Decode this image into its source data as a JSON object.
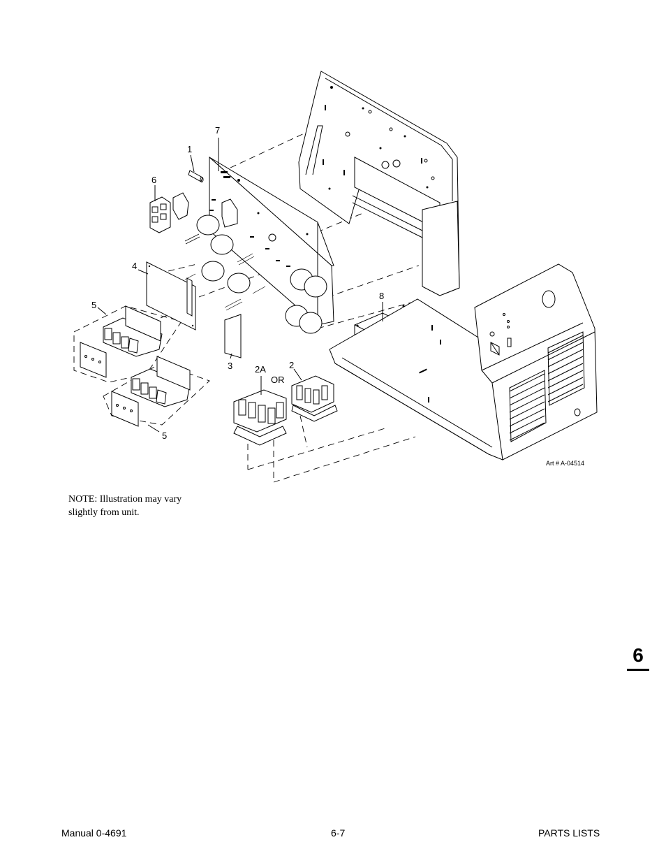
{
  "illustration": {
    "callouts": [
      "7",
      "1",
      "6",
      "4",
      "5",
      "3",
      "2A",
      "OR",
      "2",
      "8",
      "5"
    ],
    "art_number": "Art # A-04514"
  },
  "note": {
    "line1": "NOTE: Illustration may vary",
    "line2": "slightly from unit."
  },
  "section_tab": "6",
  "footer": {
    "left": "Manual 0-4691",
    "center": "6-7",
    "right": "PARTS LISTS"
  }
}
